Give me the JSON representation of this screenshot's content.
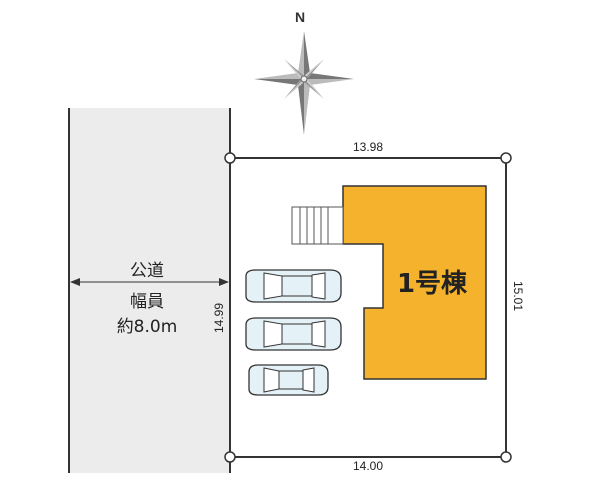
{
  "compass": {
    "north_label": "N"
  },
  "lot": {
    "top_length": "13.98",
    "bottom_length": "14.00",
    "left_length": "14.99",
    "right_length": "15.01"
  },
  "road": {
    "type_label": "公道",
    "width_label": "幅員",
    "width_value": "約8.0m"
  },
  "building": {
    "label": "1号棟",
    "color": "#f5b22d"
  },
  "parking": {
    "car_count": 3,
    "car_color": "#e4f1f6"
  },
  "colors": {
    "road_fill": "#ececec",
    "line": "#333333"
  }
}
